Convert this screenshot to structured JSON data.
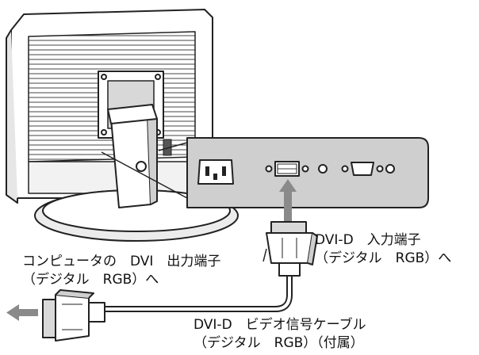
{
  "labels": {
    "pc_dvi_line1": "コンピュータの　DVI　出力端子",
    "pc_dvi_line2": "（デジタル　RGB）へ",
    "monitor_input_line1": "DVI-D　入力端子",
    "monitor_input_line2": "（デジタル　RGB）へ",
    "cable_line1": "DVI-D　ビデオ信号ケーブル",
    "cable_line2": "（デジタル　RGB）（付属）"
  },
  "colors": {
    "line": "#222222",
    "fill": "#ffffff",
    "panel_gray": "#cfcfcf",
    "arrow_gray": "#8a8a8a"
  },
  "icons": {
    "pc_arrow": "left-arrow-icon",
    "panel_arrow": "up-arrow-icon",
    "power_socket": "ac-power-socket-icon"
  }
}
